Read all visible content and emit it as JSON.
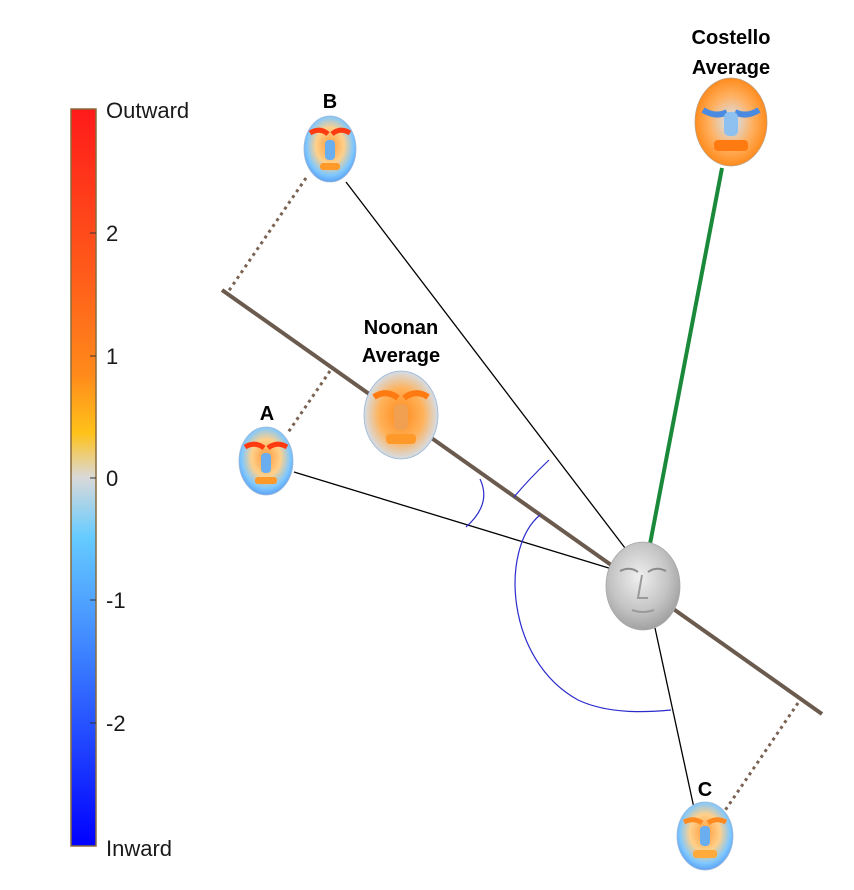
{
  "colorbar": {
    "top_label": "Outward",
    "bottom_label": "Inward",
    "ticks": [
      "2",
      "1",
      "0",
      "-1",
      "-2"
    ],
    "range": [
      -2.9,
      2.9
    ],
    "colors": {
      "max": "#ff1a1a",
      "orange": "#ff8a1a",
      "yellow": "#ffc21a",
      "neutral": "#d9d9d9",
      "light_blue": "#66ccff",
      "blue": "#3a7cff",
      "min": "#0000ff"
    }
  },
  "faces": {
    "a": {
      "label": "A"
    },
    "b": {
      "label": "B"
    },
    "c": {
      "label": "C"
    },
    "noonan": {
      "label_line1": "Noonan",
      "label_line2": "Average"
    },
    "costello": {
      "label_line1": "Costello",
      "label_line2": "Average"
    }
  },
  "colors": {
    "syndrome_axis": "#6b5a4e",
    "costello_line": "#1a8a3a",
    "angle_arc": "#2b2bcc",
    "vector_line": "#000000",
    "projection_dotted": "#7a6252",
    "reference_face": "#c8c8c8"
  }
}
